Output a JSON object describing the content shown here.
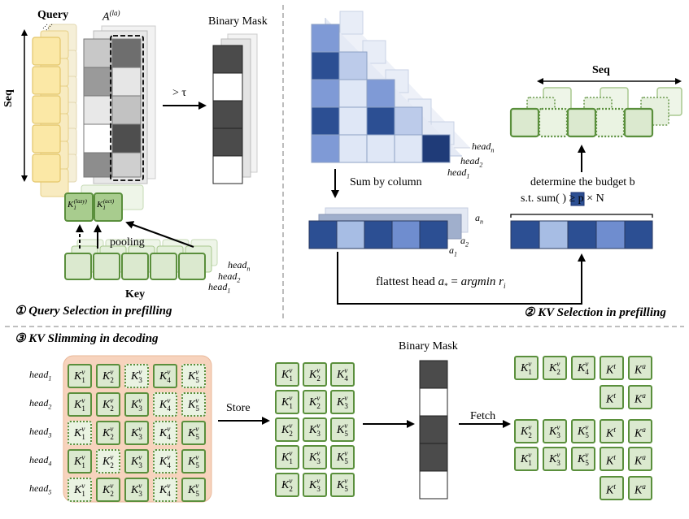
{
  "panel1": {
    "query_label": "Query",
    "attention_label": "A(la)",
    "seq_label": "Seq",
    "binary_mask_label": "Binary Mask",
    "threshold_label": "> τ",
    "k_lazy_label": "K1(lazy)",
    "k_act_label": "K1(act)",
    "pooling_label": "pooling",
    "key_label": "Key",
    "head_labels": [
      "headn",
      "head2",
      "head1"
    ],
    "caption": "① Query Selection in prefilling"
  },
  "panel2": {
    "head_labels": [
      "headn",
      "head2",
      "head1"
    ],
    "sum_label": "Sum by column",
    "a_labels": [
      "an",
      "a2",
      "a1"
    ],
    "flattest_label": "flattest head a* = argmin ri",
    "seq_label": "Seq",
    "budget_line1": "determine the budget b",
    "budget_line2": "s.t. sum(   ) ≥ p × N",
    "caption": "② KV Selection in prefilling"
  },
  "panel3": {
    "caption": "③ KV Slimming in decoding",
    "head_labels": [
      "head1",
      "head2",
      "head3",
      "head4",
      "head5"
    ],
    "grid": [
      [
        [
          "1",
          "a"
        ],
        [
          "2",
          "a"
        ],
        [
          "3",
          "l"
        ],
        [
          "4",
          "a"
        ],
        [
          "5",
          "l"
        ]
      ],
      [
        [
          "1",
          "a"
        ],
        [
          "2",
          "a"
        ],
        [
          "3",
          "a"
        ],
        [
          "4",
          "l"
        ],
        [
          "5",
          "l"
        ]
      ],
      [
        [
          "1",
          "l"
        ],
        [
          "2",
          "a"
        ],
        [
          "3",
          "a"
        ],
        [
          "4",
          "l"
        ],
        [
          "5",
          "a"
        ]
      ],
      [
        [
          "1",
          "a"
        ],
        [
          "2",
          "l"
        ],
        [
          "3",
          "a"
        ],
        [
          "4",
          "l"
        ],
        [
          "5",
          "a"
        ]
      ],
      [
        [
          "1",
          "l"
        ],
        [
          "2",
          "a"
        ],
        [
          "3",
          "a"
        ],
        [
          "4",
          "l"
        ],
        [
          "5",
          "a"
        ]
      ]
    ],
    "store_label": "Store",
    "stored": [
      [
        "1",
        "2",
        "4"
      ],
      [
        "1",
        "2",
        "3"
      ],
      [
        "2",
        "3",
        "5"
      ],
      [
        "1",
        "3",
        "5"
      ],
      [
        "2",
        "3",
        "5"
      ]
    ],
    "binary_mask_label": "Binary Mask",
    "fetch_label": "Fetch",
    "mask": [
      1,
      0,
      1,
      1,
      0
    ],
    "fetched": [
      [
        "1",
        "2",
        "4"
      ],
      [],
      [
        "2",
        "3",
        "5"
      ],
      [
        "1",
        "3",
        "5"
      ],
      []
    ],
    "kt_label": "Kt",
    "ka_label": "Ka"
  },
  "colors": {
    "green_border": "#5a8f3c",
    "green_fill": "#dbe9cf",
    "yellow_fill": "#fbe8a6",
    "blue_dark": "#2c4f93",
    "blue_light": "#a7bde4",
    "peach": "#f7d3bd"
  }
}
